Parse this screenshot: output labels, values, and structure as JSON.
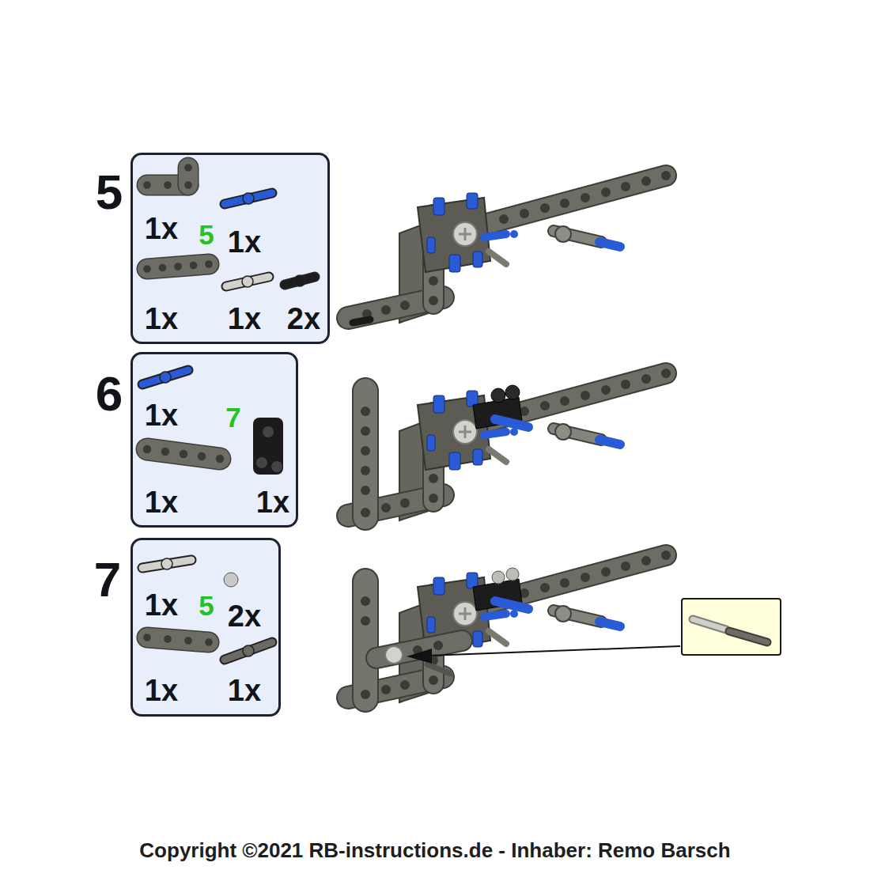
{
  "diagram": {
    "nodes": [
      {
        "text": [
          "5",
          "1x",
          "5",
          "1x",
          "1x",
          "1x",
          "2x"
        ]
      },
      {
        "text": [
          "6",
          "1x",
          "7",
          "1x",
          "1x"
        ]
      },
      {
        "text": [
          "7",
          "1x",
          "5",
          "2x",
          "1x",
          "1x"
        ]
      }
    ],
    "labels": [
      "Copyright ©2021 RB-instructions.de - Inhaber: Remo Barsch"
    ]
  }
}
